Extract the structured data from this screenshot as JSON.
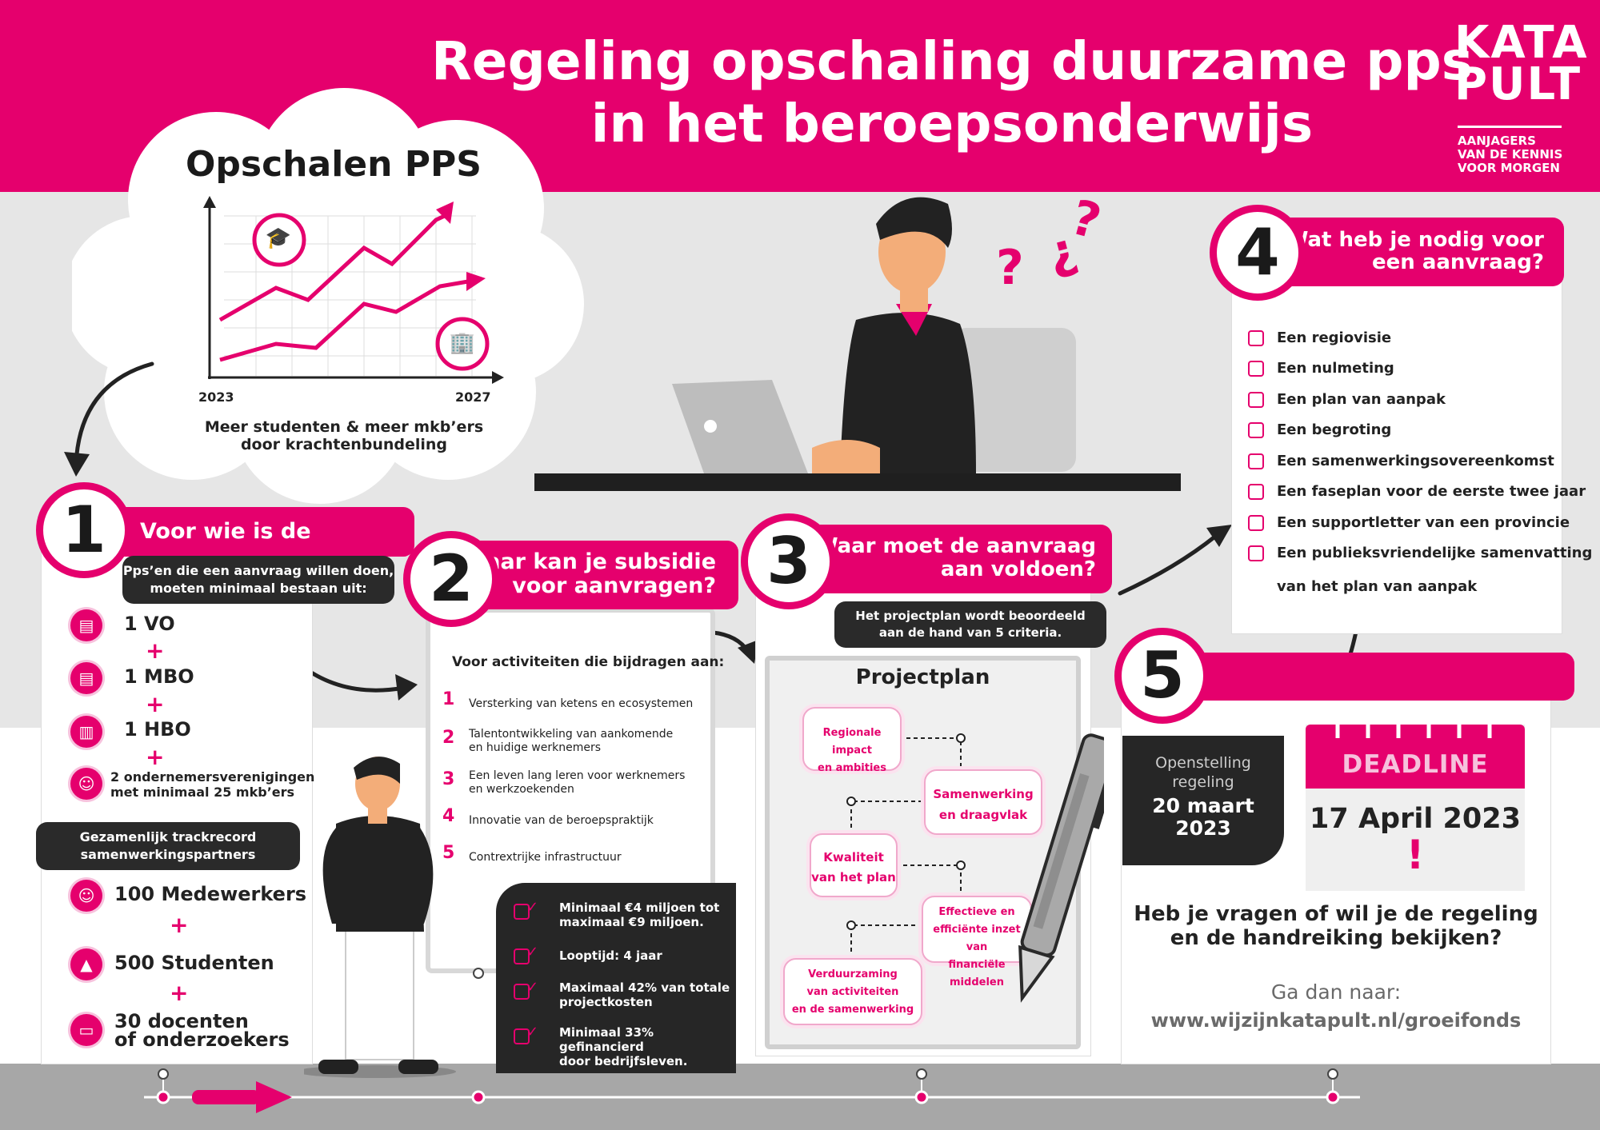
{
  "header": {
    "title_line1": "Regeling opschaling duurzame pps",
    "title_line2": "in het beroepsonderwijs"
  },
  "logo": {
    "word_line1": "KATA",
    "word_line2": "PULT",
    "tagline_line1": "AANJAGERS",
    "tagline_line2": "VAN DE KENNIS",
    "tagline_line3": "VOOR MORGEN"
  },
  "cloud": {
    "title": "Opschalen PPS",
    "x_start": "2023",
    "x_end": "2027",
    "caption_line1": "Meer studenten & meer mkb’ers",
    "caption_line2": "door krachtenbundeling"
  },
  "question_marks": [
    "?",
    "¿",
    "?"
  ],
  "step1": {
    "number": "1",
    "heading": "Voor wie is de regeling?",
    "sub_line1": "Pps’en die een aanvraag willen doen,",
    "sub_line2": "moeten minimaal bestaan uit:",
    "items": [
      "1 VO",
      "1 MBO",
      "1 HBO"
    ],
    "assoc_line1": "2 ondernemersverenigingen",
    "assoc_line2": "met minimaal 25 mkb’ers",
    "track_line1": "Gezamenlijk trackrecord",
    "track_line2": "samenwerkingspartners",
    "counts": [
      "100 Medewerkers",
      "500 Studenten"
    ],
    "last_line1": "30 docenten",
    "last_line2": "of onderzoekers",
    "plus": "+"
  },
  "step2": {
    "number": "2",
    "heading_line1": "Waar kan je subsidie",
    "heading_line2": "voor aanvragen?",
    "intro": "Voor activiteiten die bijdragen aan:",
    "items": [
      {
        "n": "1",
        "l1": "Versterking van ketens en ecosystemen",
        "l2": ""
      },
      {
        "n": "2",
        "l1": "Talentontwikkeling van aankomende",
        "l2": "en huidige werknemers"
      },
      {
        "n": "3",
        "l1": "Een leven lang leren voor werknemers",
        "l2": "en werkzoekenden"
      },
      {
        "n": "4",
        "l1": "Innovatie van de beroepspraktijk",
        "l2": ""
      },
      {
        "n": "5",
        "l1": "Contrextrijke infrastructuur",
        "l2": ""
      }
    ],
    "conditions": [
      {
        "l1": "Minimaal €4 miljoen tot",
        "l2": "maximaal €9 miljoen."
      },
      {
        "l1": "Looptijd: 4 jaar",
        "l2": ""
      },
      {
        "l1": "Maximaal 42% van totale",
        "l2": "projectkosten"
      },
      {
        "l1": "Minimaal 33% gefinancierd",
        "l2": "door bedrijfsleven."
      }
    ]
  },
  "step3": {
    "number": "3",
    "heading_line1": "Waar moet de aanvraag",
    "heading_line2": "aan voldoen?",
    "sub_line1": "Het projectplan wordt beoordeeld",
    "sub_line2": "aan de hand van 5 criteria.",
    "plan_title": "Projectplan",
    "criteria": [
      {
        "l1": "Regionale impact",
        "l2": "en ambities"
      },
      {
        "l1": "Samenwerking",
        "l2": "en draagvlak"
      },
      {
        "l1": "Kwaliteit",
        "l2": "van het plan"
      },
      {
        "l1": "Effectieve en",
        "l2": "efficiënte inzet van",
        "l3": "financiële middelen"
      },
      {
        "l1": "Verduurzaming",
        "l2": "van activiteiten",
        "l3": "en de samenwerking"
      }
    ]
  },
  "step4": {
    "number": "4",
    "heading_line1": "Wat heb je nodig voor",
    "heading_line2": "een aanvraag?",
    "items": [
      "Een regiovisie",
      "Een nulmeting",
      "Een plan van aanpak",
      "Een begroting",
      "Een samenwerkingsovereenkomst",
      "Een faseplan voor de eerste twee jaar",
      "Een supportletter van een provincie",
      "Een publieksvriendelijke samenvatting"
    ],
    "item8_line2": "van het plan van aanpak"
  },
  "step5": {
    "number": "5",
    "open_line1": "Openstelling",
    "open_line2": "regeling",
    "open_date_line1": "20 maart",
    "open_date_line2": "2023",
    "deadline_label": "DEADLINE",
    "deadline_date": "17 April 2023",
    "exclaim": "!",
    "question_line1": "Heb je vragen of wil je de regeling",
    "question_line2": "en de handreiking bekijken?",
    "goto": "Ga dan naar:",
    "url": "www.wijzijnkatapult.nl/groeifonds"
  },
  "colors": {
    "brand": "#e5006d",
    "dark": "#2a2a2a",
    "background": "#e6e6e6"
  }
}
